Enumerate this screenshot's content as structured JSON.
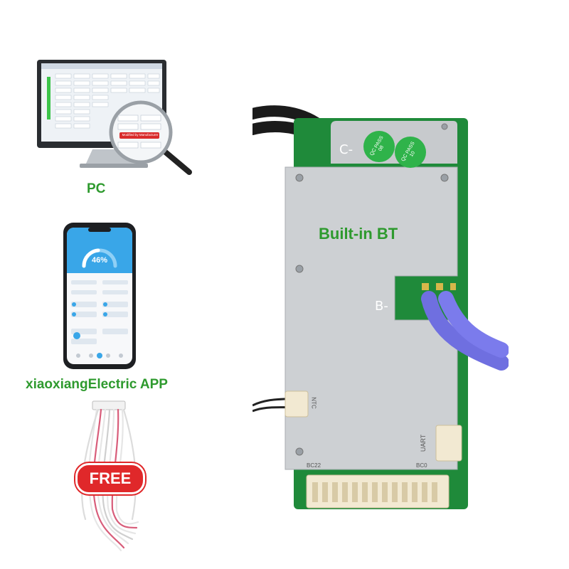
{
  "labels": {
    "pc": "PC",
    "built_in": "Built-in BT",
    "app": "xiaoxiangElectric APP",
    "free": "FREE"
  },
  "monitor": {
    "magnifier_badge": "Modified by Manufacturer"
  },
  "phone": {
    "percent": "46%"
  },
  "board": {
    "c_minus": "C-",
    "b_minus": "B-",
    "pass_badge_1": "QC PASS 08",
    "pass_badge_2": "QC PASS 10",
    "ntc_label": "NTC",
    "uart_label": "UART",
    "bc22_label": "BC22",
    "bc0_label": "BC0"
  },
  "colors": {
    "label_green": "#2e9a2e",
    "free_red": "#e0282a",
    "pcb_green": "#1f8a3a",
    "cable_blue": "#6f6fe0"
  }
}
